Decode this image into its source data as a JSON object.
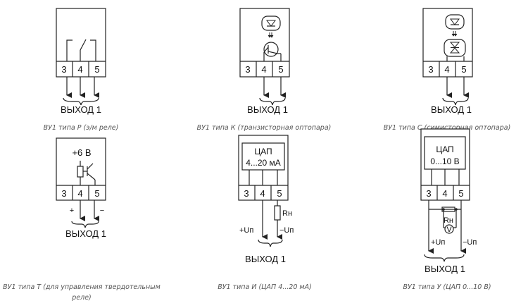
{
  "pins": [
    "3",
    "4",
    "5"
  ],
  "output_label": "ВЫХОД 1",
  "modules": [
    {
      "caption": "ВУ1 типа Р (э/м реле)"
    },
    {
      "caption": "ВУ1 типа К (транзисторная оптопара)"
    },
    {
      "caption": "ВУ1 типа С (симисторная оптопара)"
    },
    {
      "caption": "ВУ1 типа Т (для управления твердотельным",
      "caption2": "реле)",
      "voltage": "+6 В",
      "plus": "+",
      "minus": "−"
    },
    {
      "caption": "ВУ1 типа И (ЦАП 4...20 мА)",
      "dac_title": "ЦАП",
      "dac_range": "4...20 мА",
      "resistor": "Rн",
      "up_plus": "+Uп",
      "up_minus": "−Uп"
    },
    {
      "caption": "ВУ1 типа У (ЦАП 0...10 В)",
      "dac_title": "ЦАП",
      "dac_range": "0...10 В",
      "resistor": "Rн",
      "meter": "V",
      "up_plus": "+Uп",
      "up_minus": "−Uп"
    }
  ]
}
